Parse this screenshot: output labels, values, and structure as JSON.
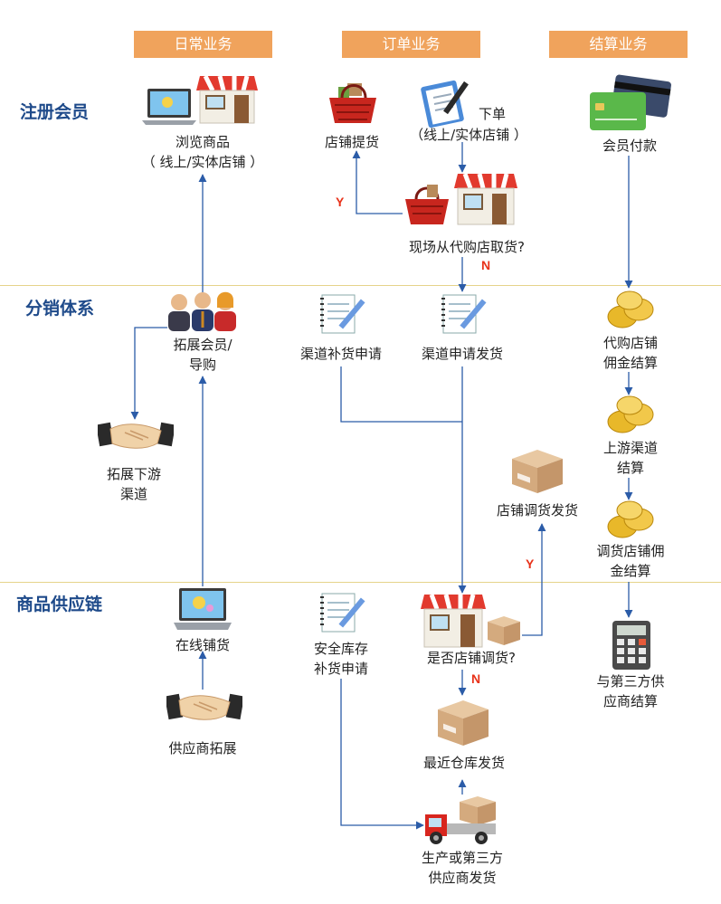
{
  "headers": {
    "daily": "日常业务",
    "order": "订单业务",
    "settle": "结算业务"
  },
  "rows": {
    "register": "注册会员",
    "distribution": "分销体系",
    "supply": "商品供应链"
  },
  "nodes": {
    "browse": [
      "浏览商品",
      "（ 线上/实体店铺 ）"
    ],
    "store_pickup": "店铺提货",
    "place_order": [
      "下单",
      "（线上/实体店铺 ）"
    ],
    "onsite_pickup": "现场从代购店取货?",
    "member_pay": "会员付款",
    "expand_member": [
      "拓展会员/",
      "导购"
    ],
    "expand_downstream": [
      "拓展下游",
      "渠道"
    ],
    "channel_restock": "渠道补货申请",
    "channel_ship": "渠道申请发货",
    "agent_commission": [
      "代购店铺",
      "佣金结算"
    ],
    "upstream_settle": [
      "上游渠道",
      "结算"
    ],
    "store_transfer_ship": "店铺调货发货",
    "transfer_commission": [
      "调货店铺佣",
      "金结算"
    ],
    "online_listing": "在线铺货",
    "safety_stock": [
      "安全库存",
      "补货申请"
    ],
    "is_transfer": "是否店铺调货?",
    "third_party_settle": [
      "与第三方供",
      "应商结算"
    ],
    "supplier_expand": "供应商拓展",
    "nearest_warehouse": "最近仓库发货",
    "producer_ship": [
      "生产或第三方",
      "供应商发货"
    ]
  },
  "decisions": {
    "y1": "Y",
    "n1": "N",
    "y2": "Y",
    "n2": "N"
  },
  "icons": {
    "browse": "laptop-and-store-icon",
    "store_pickup": "shopping-basket-icon",
    "place_order": "clipboard-pen-icon",
    "onsite_pickup": "basket-and-store-icon",
    "member_pay": "credit-cards-icon",
    "expand_member": "people-group-icon",
    "expand_downstream": "handshake-icon",
    "channel_restock": "notepad-pen-icon",
    "channel_ship": "notepad-pen-icon",
    "agent_commission": "gold-coins-icon",
    "upstream_settle": "gold-coins-icon",
    "store_transfer_ship": "cardboard-box-icon",
    "transfer_commission": "gold-coins-icon",
    "online_listing": "laptop-icon",
    "safety_stock": "notepad-pen-icon",
    "is_transfer": "store-and-box-icon",
    "third_party_settle": "calculator-icon",
    "supplier_expand": "handshake-icon",
    "nearest_warehouse": "cardboard-box-icon",
    "producer_ship": "delivery-truck-icon"
  },
  "colors": {
    "header": "#f0a35c",
    "row_label": "#1e4a8a",
    "arrow": "#2b5ca8",
    "decision": "#e8321a",
    "separator": "#e6d38a"
  }
}
